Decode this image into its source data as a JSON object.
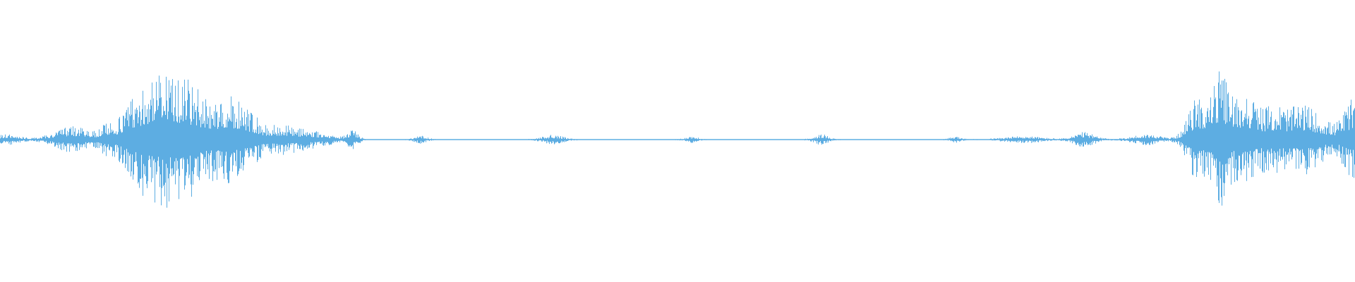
{
  "waveform": {
    "color": "#5dade2",
    "background": "#ffffff",
    "channels": 1,
    "bursts": [
      {
        "center": 0.005,
        "width": 0.012,
        "amp": 0.035
      },
      {
        "center": 0.053,
        "width": 0.018,
        "amp": 0.09
      },
      {
        "center": 0.077,
        "width": 0.005,
        "amp": 0.05
      },
      {
        "center": 0.105,
        "width": 0.02,
        "amp": 0.33
      },
      {
        "center": 0.128,
        "width": 0.018,
        "amp": 0.36
      },
      {
        "center": 0.148,
        "width": 0.015,
        "amp": 0.22
      },
      {
        "center": 0.168,
        "width": 0.012,
        "amp": 0.26
      },
      {
        "center": 0.183,
        "width": 0.01,
        "amp": 0.15
      },
      {
        "center": 0.205,
        "width": 0.018,
        "amp": 0.1
      },
      {
        "center": 0.232,
        "width": 0.018,
        "amp": 0.05
      },
      {
        "center": 0.26,
        "width": 0.005,
        "amp": 0.07
      },
      {
        "center": 0.31,
        "width": 0.006,
        "amp": 0.025
      },
      {
        "center": 0.408,
        "width": 0.01,
        "amp": 0.03
      },
      {
        "center": 0.51,
        "width": 0.006,
        "amp": 0.02
      },
      {
        "center": 0.606,
        "width": 0.007,
        "amp": 0.035
      },
      {
        "center": 0.705,
        "width": 0.005,
        "amp": 0.02
      },
      {
        "center": 0.755,
        "width": 0.018,
        "amp": 0.022
      },
      {
        "center": 0.8,
        "width": 0.01,
        "amp": 0.05
      },
      {
        "center": 0.846,
        "width": 0.014,
        "amp": 0.035
      },
      {
        "center": 0.884,
        "width": 0.01,
        "amp": 0.3
      },
      {
        "center": 0.9,
        "width": 0.008,
        "amp": 0.4
      },
      {
        "center": 0.918,
        "width": 0.014,
        "amp": 0.33
      },
      {
        "center": 0.942,
        "width": 0.012,
        "amp": 0.22
      },
      {
        "center": 0.962,
        "width": 0.012,
        "amp": 0.23
      },
      {
        "center": 0.978,
        "width": 0.01,
        "amp": 0.1
      },
      {
        "center": 0.998,
        "width": 0.01,
        "amp": 0.28
      }
    ],
    "noise_floor": 0.004
  }
}
